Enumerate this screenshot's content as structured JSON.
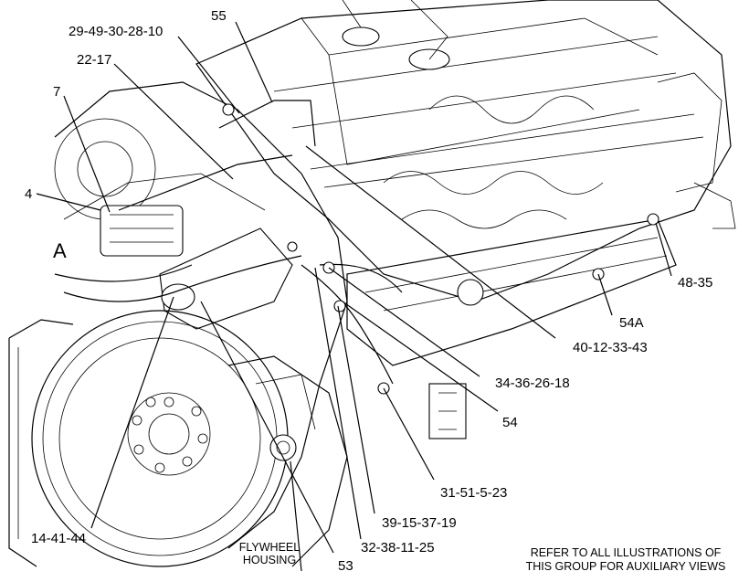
{
  "diagram": {
    "view_label": "A",
    "callouts": [
      {
        "id": "c55",
        "text": "55"
      },
      {
        "id": "c29",
        "text": "29-49-30-28-10"
      },
      {
        "id": "c22",
        "text": "22-17"
      },
      {
        "id": "c7",
        "text": "7"
      },
      {
        "id": "c4",
        "text": "4"
      },
      {
        "id": "c48",
        "text": "48-35"
      },
      {
        "id": "c54a",
        "text": "54A"
      },
      {
        "id": "c40",
        "text": "40-12-33-43"
      },
      {
        "id": "c34",
        "text": "34-36-26-18"
      },
      {
        "id": "c54",
        "text": "54"
      },
      {
        "id": "c31",
        "text": "31-51-5-23"
      },
      {
        "id": "c39",
        "text": "39-15-37-19"
      },
      {
        "id": "c32",
        "text": "32-38-11-25"
      },
      {
        "id": "c14",
        "text": "14-41-44"
      },
      {
        "id": "c53",
        "text": "53"
      }
    ],
    "flywheel_label": [
      "FLYWHEEL",
      "HOUSING"
    ],
    "note_lines": [
      "REFER TO ALL ILLUSTRATIONS OF",
      "THIS GROUP FOR AUXILIARY VIEWS"
    ]
  }
}
